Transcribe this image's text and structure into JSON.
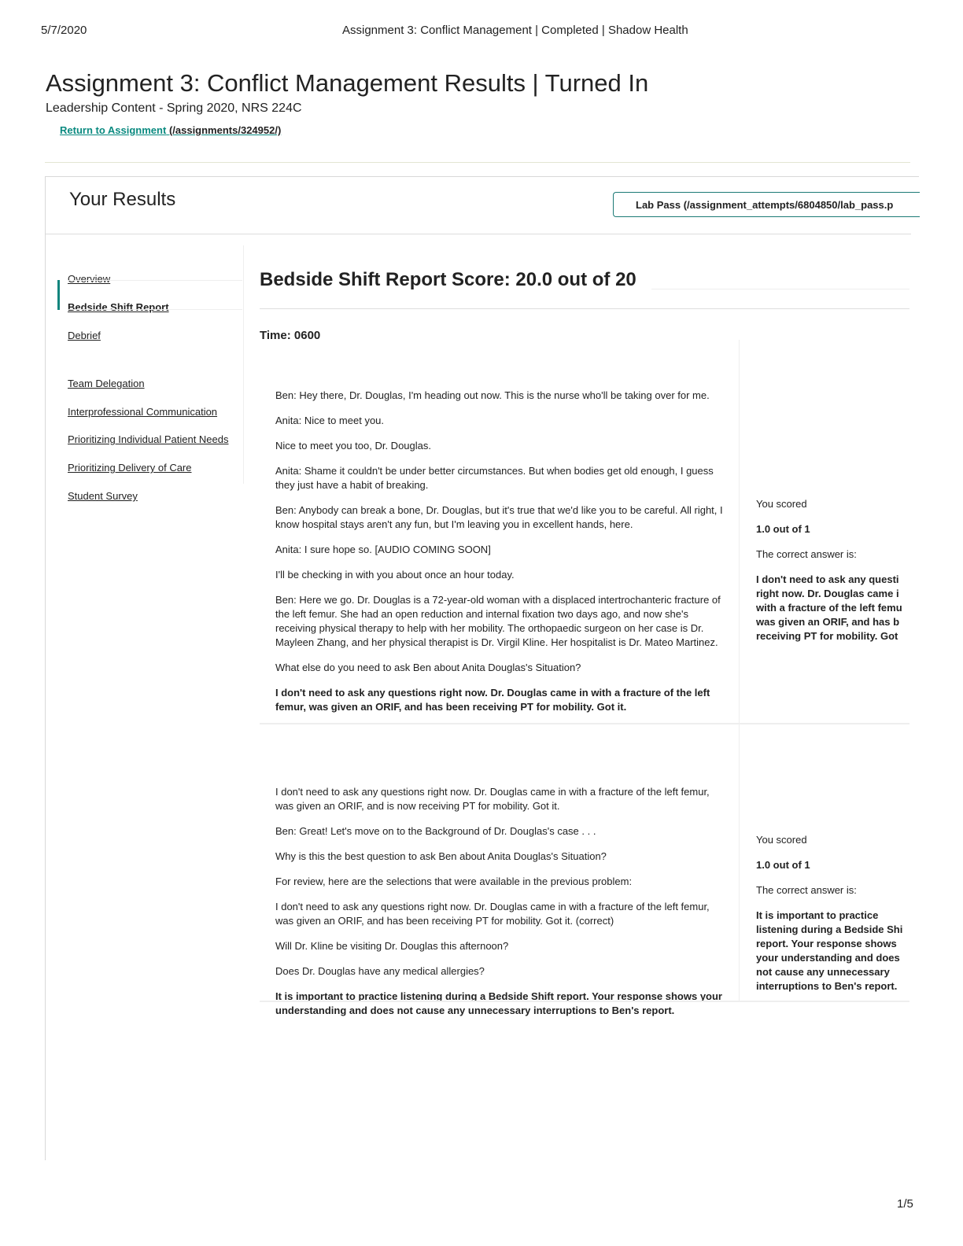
{
  "print_header": {
    "date": "5/7/2020",
    "title": "Assignment 3: Conflict Management | Completed | Shadow Health"
  },
  "page_title": "Assignment 3: Conflict Management Results | Turned In",
  "subtitle": "Leadership Content - Spring 2020, NRS 224C",
  "return_link": {
    "label": "Return to Assignment",
    "url": "(/assignments/324952/)"
  },
  "results_heading": "Your Results",
  "lab_pass": "Lab Pass (/assignment_attempts/6804850/lab_pass.p",
  "nav": [
    {
      "label": "Overview"
    },
    {
      "label": "Bedside Shift Report",
      "active": true
    },
    {
      "label": "Debrief"
    },
    {
      "label": "Team Delegation"
    },
    {
      "label": "Interprofessional Communication"
    },
    {
      "label": "Prioritizing Individual Patient Needs"
    },
    {
      "label": "Prioritizing Delivery of Care"
    },
    {
      "label": "Student Survey"
    }
  ],
  "section_title": "Bedside Shift Report Score: 20.0 out of 20",
  "time": "Time: 0600",
  "questions": [
    {
      "lines": [
        "Ben: Hey there, Dr. Douglas, I'm heading out now. This is the nurse who'll be taking over for me.",
        "Anita: Nice to meet you.",
        "Nice to meet you too, Dr. Douglas.",
        "Anita: Shame it couldn't be under better circumstances. But when bodies get old enough, I guess they just have a habit of breaking.",
        "Ben: Anybody can break a bone, Dr. Douglas, but it's true that we'd like you to be careful. All right, I know hospital stays aren't any fun, but I'm leaving you in excellent hands, here.",
        "Anita: I sure hope so. [AUDIO COMING SOON]",
        "I'll be checking in with you about once an hour today.",
        "Ben: Here we go. Dr. Douglas is a 72-year-old woman with a displaced intertrochanteric fracture of the left femur. She had an open reduction and internal fixation two days ago, and now she's receiving physical therapy to help with her mobility. The orthopaedic surgeon on her case is Dr. Mayleen Zhang, and her physical therapist is Dr. Virgil Kline. Her hospitalist is Dr. Mateo Martinez.",
        "What else do you need to ask Ben about Anita Douglas's Situation?"
      ],
      "answer": "I don't need to ask any questions right now. Dr. Douglas came in with a fracture of the left femur, was given an ORIF, and has been receiving PT for mobility. Got it.",
      "you_scored": "You scored",
      "score": "1.0 out of 1",
      "correct_label": "The correct answer is:",
      "correct": "I don't need to ask any questi right now. Dr. Douglas came i with a fracture of the left femu was given an ORIF, and has b receiving PT for mobility. Got"
    },
    {
      "lines": [
        "I don't need to ask any questions right now. Dr. Douglas came in with a fracture of the left femur, was given an ORIF, and is now receiving PT for mobility. Got it.",
        "Ben: Great! Let's move on to the Background of Dr. Douglas's case . . .",
        "Why is this the best question to ask Ben about Anita Douglas's Situation?",
        "For review, here are the selections that were available in the previous problem:",
        "I don't need to ask any questions right now. Dr. Douglas came in with a fracture of the left femur, was given an ORIF, and has been receiving PT for mobility. Got it. (correct)",
        "Will Dr. Kline be visiting Dr. Douglas this afternoon?",
        "Does Dr. Douglas have any medical allergies?"
      ],
      "answer": "It is important to practice listening during a Bedside Shift report. Your response shows your understanding and does not cause any unnecessary interruptions to Ben's report.",
      "you_scored": "You scored",
      "score": "1.0 out of 1",
      "correct_label": "The correct answer is:",
      "correct": "It is important to practice listening during a Bedside Shi report. Your response shows your understanding and does not cause any unnecessary interruptions to Ben's report."
    }
  ],
  "page_number": "1/5"
}
